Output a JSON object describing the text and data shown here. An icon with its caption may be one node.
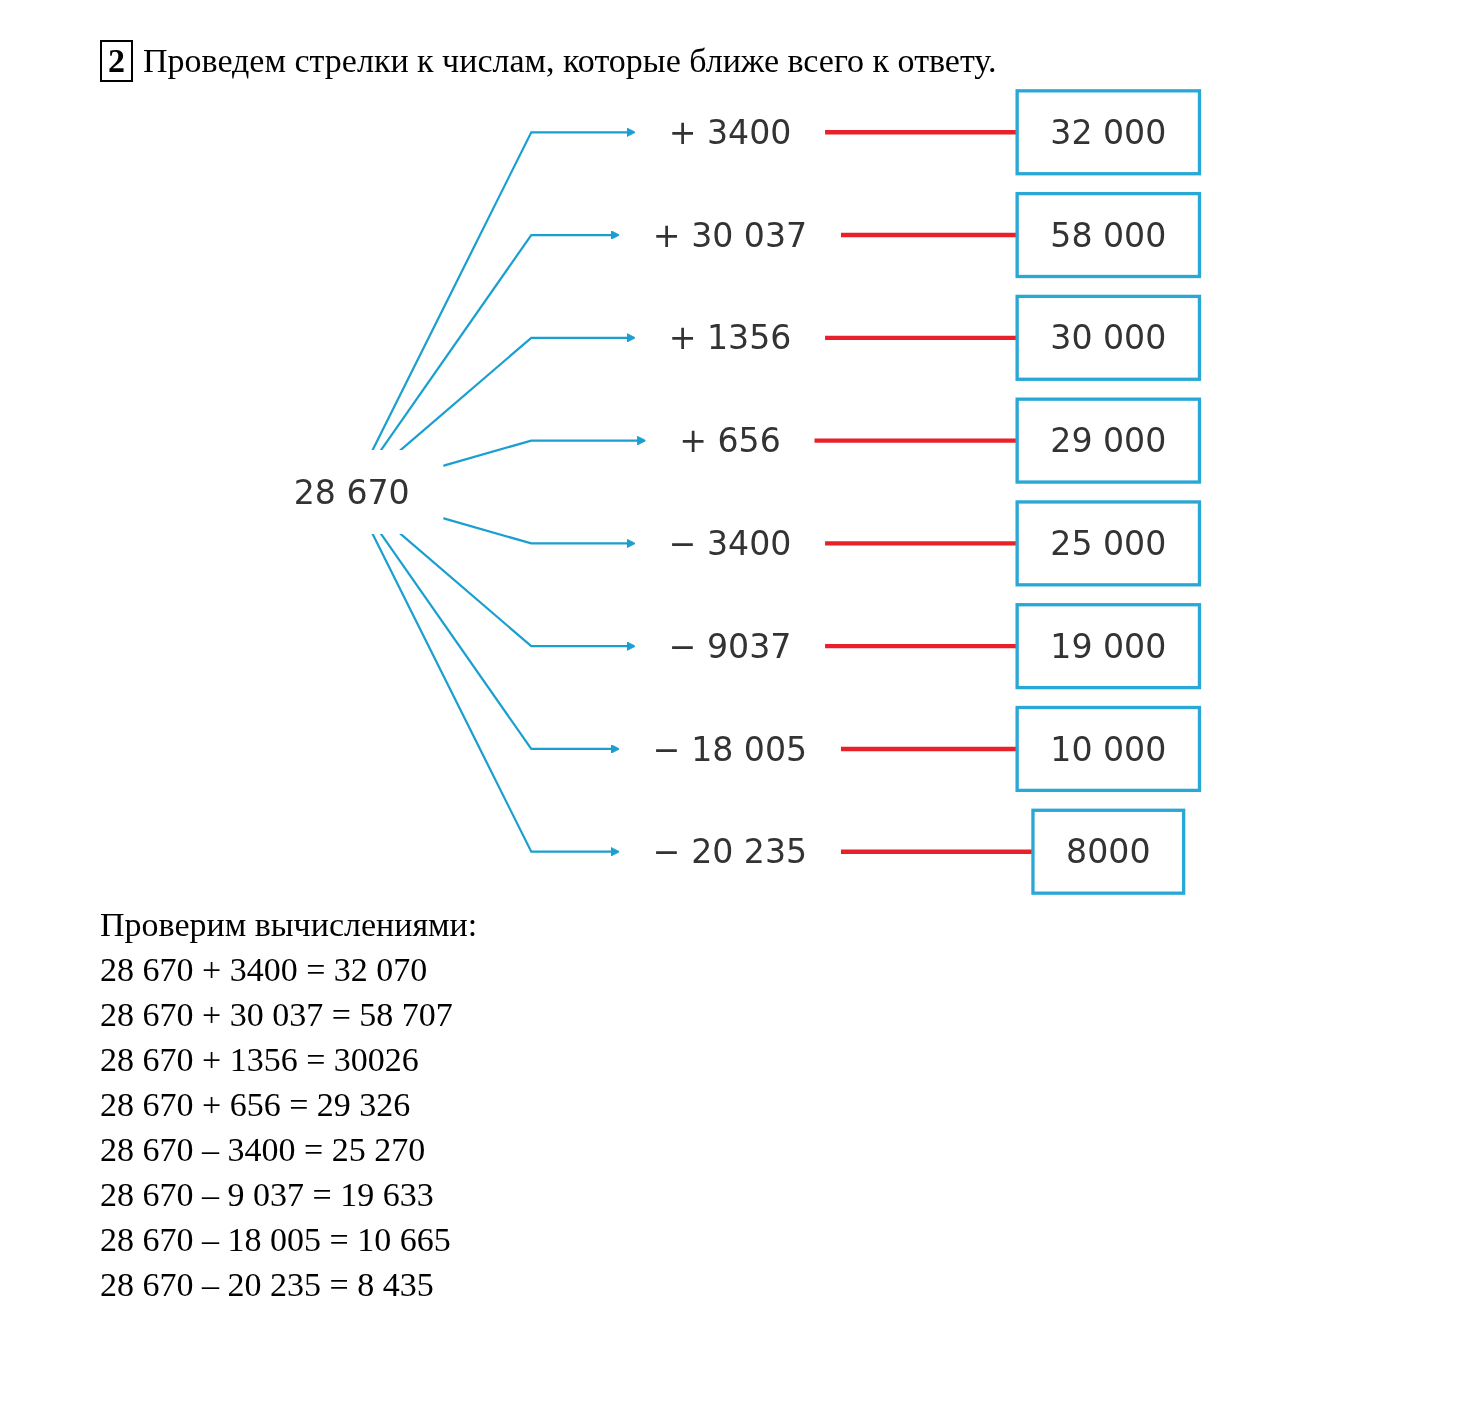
{
  "diagram": {
    "title": "Проведем стрелки к числам, которые ближе всего к ответу.",
    "nodes": [
      {
        "text": [
          "28 670"
        ]
      },
      {
        "text": [
          "+ 3400"
        ]
      },
      {
        "text": [
          "+ 30 037"
        ]
      },
      {
        "text": [
          "+ 1356"
        ]
      },
      {
        "text": [
          "+ 656"
        ]
      },
      {
        "text": [
          "− 3400"
        ]
      },
      {
        "text": [
          "− 9037"
        ]
      },
      {
        "text": [
          "− 18 005"
        ]
      },
      {
        "text": [
          "− 20 235"
        ]
      },
      {
        "text": [
          "30 000"
        ]
      },
      {
        "text": [
          "58 000"
        ]
      },
      {
        "text": [
          "29 000"
        ]
      },
      {
        "text": [
          "32 000"
        ]
      },
      {
        "text": [
          "19 000"
        ]
      },
      {
        "text": [
          "8000"
        ]
      },
      {
        "text": [
          "10 000"
        ]
      },
      {
        "text": [
          "25 000"
        ]
      }
    ],
    "edges": [
      {
        "from": 0,
        "to": 1,
        "arrow": "to",
        "color": "#1a9fd0"
      },
      {
        "from": 0,
        "to": 2,
        "arrow": "to",
        "color": "#1a9fd0"
      },
      {
        "from": 0,
        "to": 3,
        "arrow": "to",
        "color": "#1a9fd0"
      },
      {
        "from": 0,
        "to": 4,
        "arrow": "to",
        "color": "#1a9fd0"
      },
      {
        "from": 0,
        "to": 5,
        "arrow": "to",
        "color": "#1a9fd0"
      },
      {
        "from": 0,
        "to": 6,
        "arrow": "to",
        "color": "#1a9fd0"
      },
      {
        "from": 0,
        "to": 7,
        "arrow": "to",
        "color": "#1a9fd0"
      },
      {
        "from": 0,
        "to": 8,
        "arrow": "to",
        "color": "#1a9fd0"
      },
      {
        "from": 1,
        "to": 12,
        "arrow": "none",
        "style": "thick",
        "color": "#e8202a"
      },
      {
        "from": 2,
        "to": 10,
        "arrow": "none",
        "style": "thick",
        "color": "#e8202a"
      },
      {
        "from": 3,
        "to": 9,
        "arrow": "none",
        "style": "thick",
        "color": "#e8202a"
      },
      {
        "from": 4,
        "to": 11,
        "arrow": "none",
        "style": "thick",
        "color": "#e8202a"
      },
      {
        "from": 5,
        "to": 16,
        "arrow": "none",
        "style": "thick",
        "color": "#e8202a"
      },
      {
        "from": 6,
        "to": 13,
        "arrow": "none",
        "style": "thick",
        "color": "#e8202a"
      },
      {
        "from": 7,
        "to": 15,
        "arrow": "none",
        "style": "thick",
        "color": "#e8202a"
      },
      {
        "from": 8,
        "to": 14,
        "arrow": "none",
        "style": "thick",
        "color": "#e8202a"
      }
    ],
    "labels": [
      "2",
      "Проверим вычислениями:",
      "28 670 + 3400 = 32 070",
      "28 670 + 30 037 = 58 707",
      "28 670 + 1356 = 30026",
      "28 670 + 656 = 29 326",
      "28 670 – 3400 = 25 270",
      "28 670 – 9 037 = 19 633",
      "28 670 – 18 005 = 10 665",
      "28 670 – 20 235 = 8 435"
    ]
  }
}
